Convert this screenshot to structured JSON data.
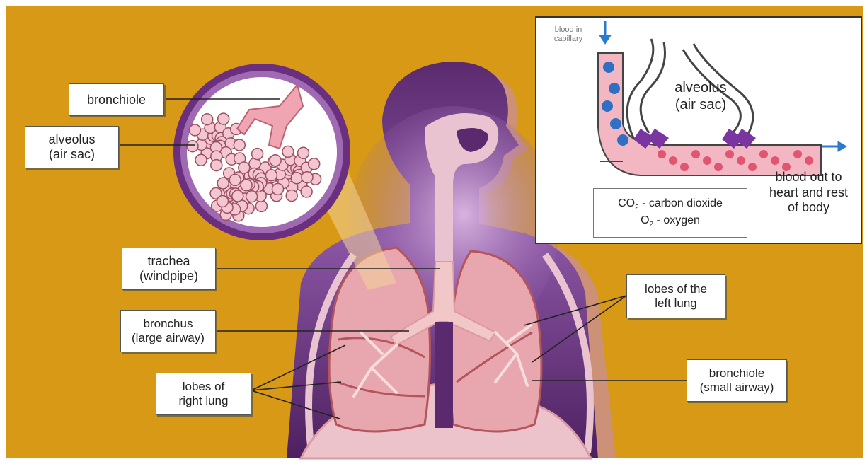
{
  "colors": {
    "background": "#d89a16",
    "body_dark": "#5b2a6e",
    "body_light": "#b98ac8",
    "lung_pink": "#e8a7ae",
    "lung_outline": "#b4545c",
    "airway": "#f2c7c8",
    "capillary_blood": "#e05570",
    "deoxygenated_cell": "#2f6fc4",
    "gas_exchange_marker": "#7a35a0",
    "arrow_blue": "#2a7ad0"
  },
  "labels": {
    "bronchiole_top": "bronchiole",
    "alveolus_left": [
      "alveolus",
      "(air sac)"
    ],
    "trachea": [
      "trachea",
      "(windpipe)"
    ],
    "bronchus": [
      "bronchus",
      "(large airway)"
    ],
    "lobes_right": [
      "lobes of",
      "right lung"
    ],
    "lobes_left": [
      "lobes of the",
      "left lung"
    ],
    "bronchiole_right": [
      "bronchiole",
      "(small airway)"
    ]
  },
  "inset": {
    "blood_in": [
      "blood in",
      "capillary"
    ],
    "alveolus": [
      "alveolus",
      "(air sac)"
    ],
    "blood_out": [
      "blood out to",
      "heart and rest",
      "of body"
    ],
    "co2_formula": "CO",
    "co2_subscript": "2",
    "co2_desc": " - carbon dioxide",
    "o2_formula": "O",
    "o2_subscript": "2",
    "o2_desc": " - oxygen"
  }
}
